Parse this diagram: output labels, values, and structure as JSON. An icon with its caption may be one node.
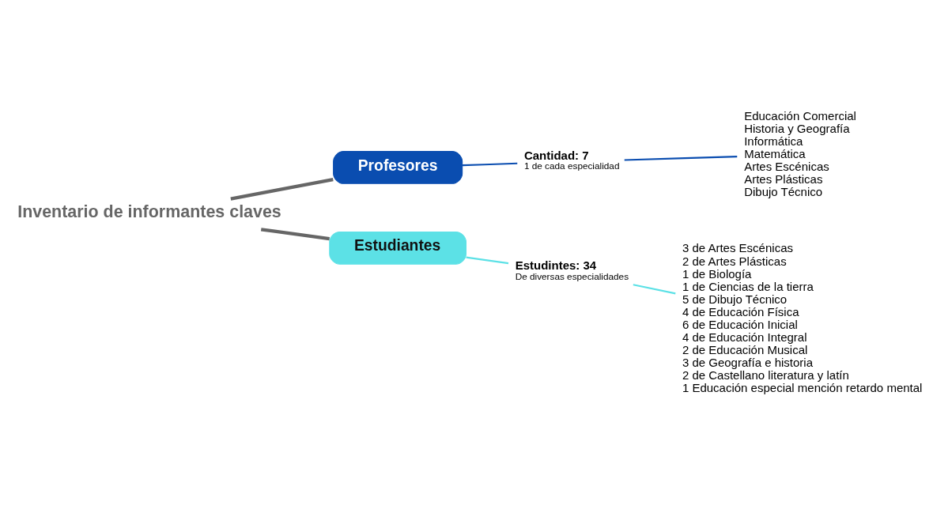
{
  "diagram": {
    "nodes": [
      {
        "text": [
          "Inventario de informantes claves"
        ]
      },
      {
        "text": [
          "Profesores"
        ]
      },
      {
        "text": [
          "Estudiantes"
        ]
      },
      {
        "text": [
          "Cantidad: 7",
          "1 de cada especialidad"
        ]
      },
      {
        "text": [
          "Estudintes: 34",
          "De diversas especialidades"
        ]
      },
      {
        "text": [
          "Educación Comercial",
          "Historia y Geografía",
          "Informática",
          "Matemática",
          "Artes Escénicas",
          "Artes Plásticas",
          "Dibujo Técnico"
        ]
      },
      {
        "text": [
          "3 de Artes Escénicas",
          "2 de Artes Plásticas",
          "1 de Biología",
          "1 de Ciencias de la tierra",
          "5 de Dibujo Técnico",
          "4 de Educación Física",
          "6 de Educación Inicial",
          "4 de Educación Integral",
          "2 de Educación Musical",
          "3 de Geografía e historia",
          "2 de Castellano literatura y latín",
          "1 Educación especial mención retardo mental"
        ]
      }
    ],
    "edges": [
      {
        "from": 0,
        "to": 1,
        "arrow": "none",
        "style": "thick",
        "color": "#666666"
      },
      {
        "from": 0,
        "to": 2,
        "arrow": "none",
        "style": "thick",
        "color": "#666666"
      },
      {
        "from": 1,
        "to": 3,
        "arrow": "none",
        "color": "#0a4db0"
      },
      {
        "from": 3,
        "to": 5,
        "arrow": "none",
        "color": "#0a4db0"
      },
      {
        "from": 2,
        "to": 4,
        "arrow": "none",
        "color": "#5ce1e6"
      },
      {
        "from": 4,
        "to": 6,
        "arrow": "none",
        "color": "#5ce1e6"
      }
    ]
  }
}
